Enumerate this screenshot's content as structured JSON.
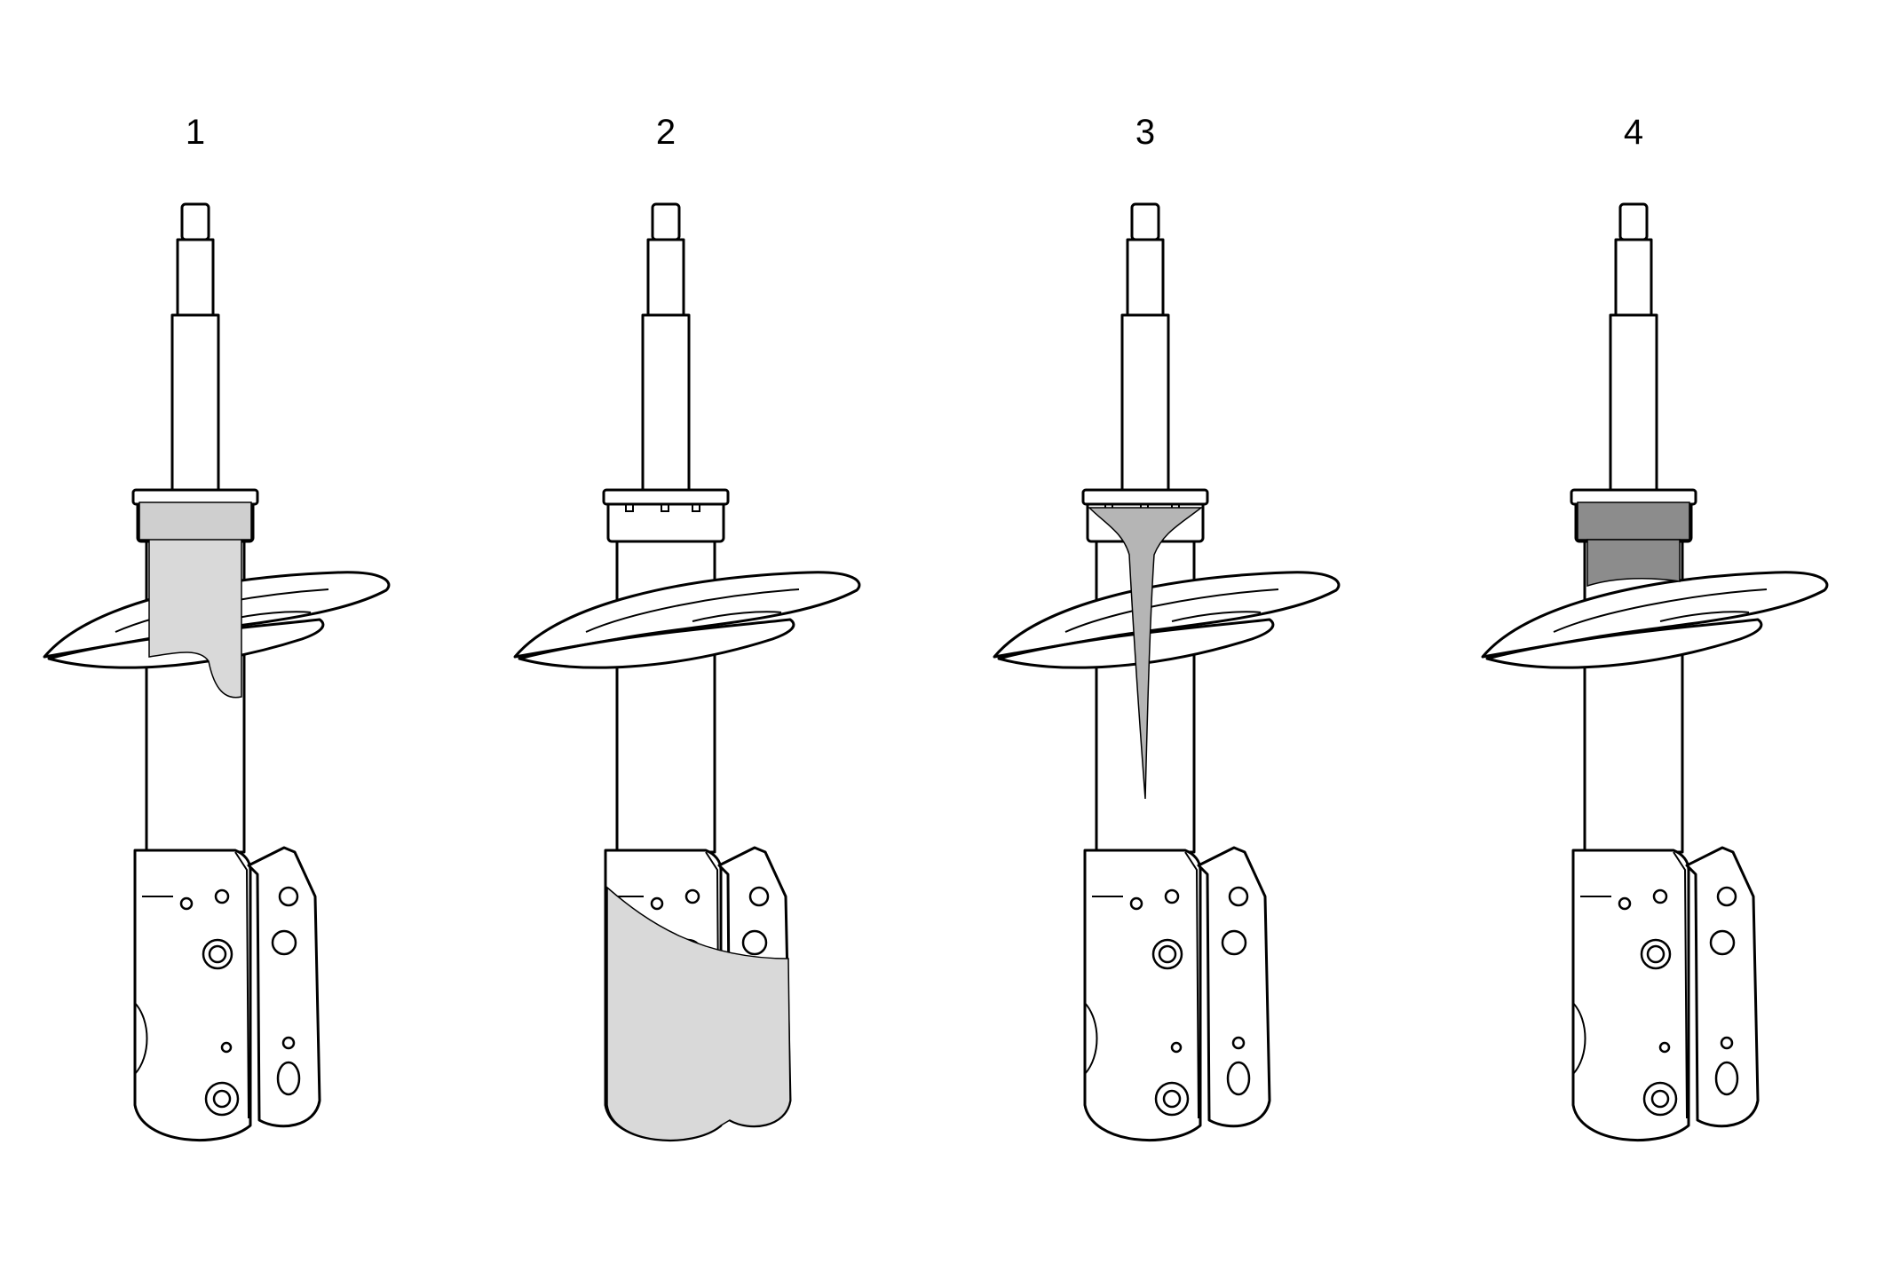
{
  "struts": [
    {
      "label": "1",
      "condition": "light-seepage"
    },
    {
      "label": "2",
      "condition": "lower-body-wetting"
    },
    {
      "label": "3",
      "condition": "streak-leak"
    },
    {
      "label": "4",
      "condition": "seal-leak"
    }
  ],
  "colors": {
    "line": "#000000",
    "background": "#ffffff",
    "light_fluid": "#d9d9d9",
    "medium_fluid": "#b5b5b5",
    "dark_fluid": "#8c8c8c"
  }
}
